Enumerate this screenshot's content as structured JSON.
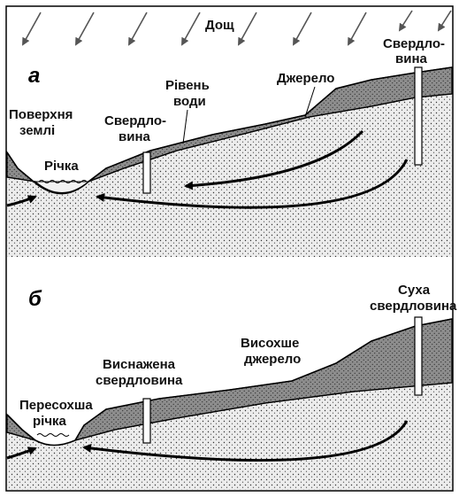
{
  "panel_a": {
    "letter": "а",
    "rain_label": "Дощ",
    "surface_label": [
      "Поверхня",
      "землі"
    ],
    "river_label": "Річка",
    "well_left_label": [
      "Свердло-",
      "вина"
    ],
    "water_level_label": [
      "Рівень",
      "води"
    ],
    "spring_label": "Джерело",
    "well_right_label": [
      "Свердло-",
      "вина"
    ]
  },
  "panel_b": {
    "letter": "б",
    "dry_well_label": [
      "Суха",
      "свердловина"
    ],
    "dried_spring_label": [
      "Висохше",
      "джерело"
    ],
    "depleted_well_label": [
      "Виснажена",
      "свердловина"
    ],
    "dried_river_label": [
      "Пересохша",
      "річка"
    ]
  },
  "colors": {
    "dry_soil": "#8c8c8c",
    "saturated_ground": "#e0e0e0",
    "stroke": "#000000"
  }
}
